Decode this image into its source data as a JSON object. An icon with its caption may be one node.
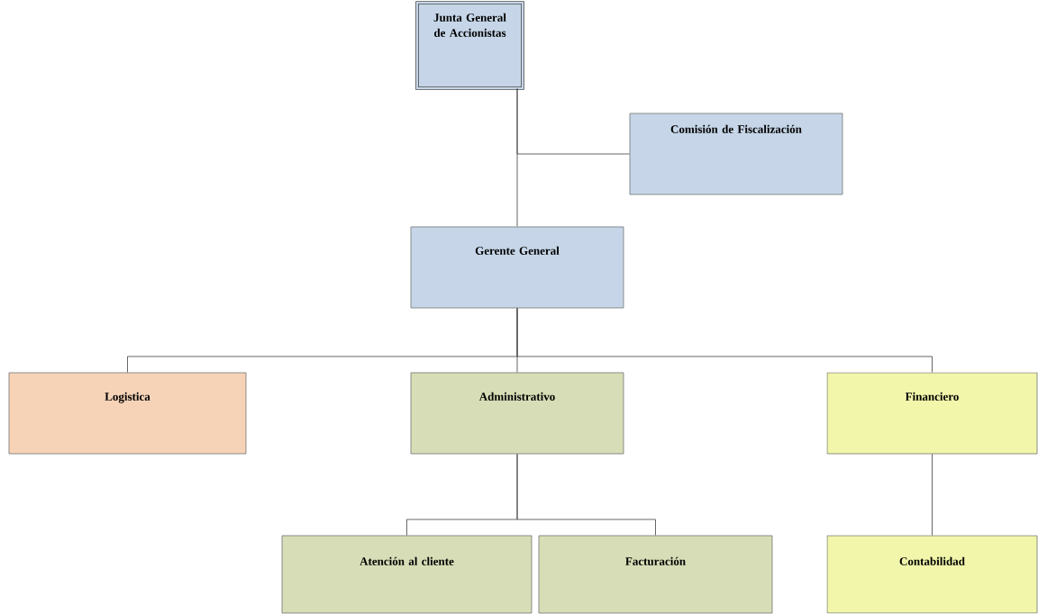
{
  "diagram": {
    "nodes": [
      {
        "text": [
          "Junta General de Accionistas"
        ]
      },
      {
        "text": [
          "Comisión de Fiscalización"
        ]
      },
      {
        "text": [
          "Gerente General"
        ]
      },
      {
        "text": [
          "Logistica"
        ]
      },
      {
        "text": [
          "Administrativo"
        ]
      },
      {
        "text": [
          "Financiero"
        ]
      },
      {
        "text": [
          "Atención al cliente"
        ]
      },
      {
        "text": [
          "Facturación"
        ]
      },
      {
        "text": [
          "Contabilidad"
        ]
      }
    ],
    "edges": [
      {
        "from": 0,
        "to": 2,
        "arrow": "none"
      },
      {
        "from": 0,
        "to": 1,
        "arrow": "none"
      },
      {
        "from": 2,
        "to": 3,
        "arrow": "none"
      },
      {
        "from": 2,
        "to": 4,
        "arrow": "none"
      },
      {
        "from": 2,
        "to": 5,
        "arrow": "none"
      },
      {
        "from": 4,
        "to": 6,
        "arrow": "none"
      },
      {
        "from": 4,
        "to": 7,
        "arrow": "none"
      },
      {
        "from": 5,
        "to": 8,
        "arrow": "none"
      }
    ]
  }
}
